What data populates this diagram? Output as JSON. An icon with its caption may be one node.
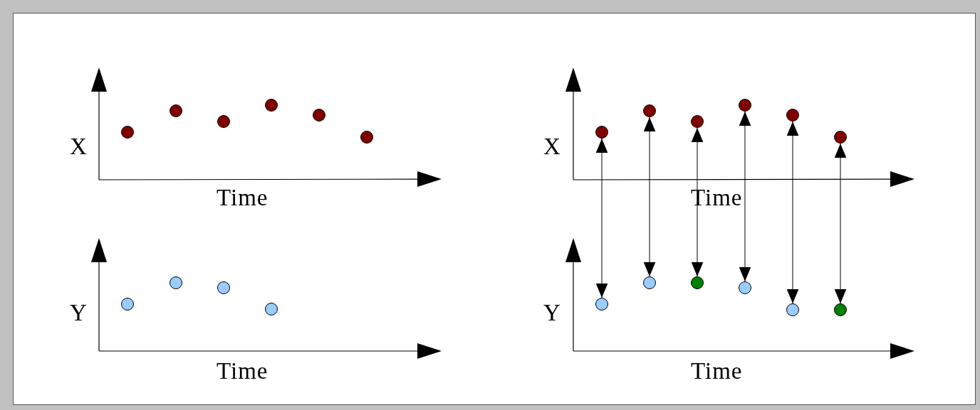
{
  "diagram": {
    "nodes": [
      {
        "text": [],
        "shape": "circle"
      },
      {
        "text": [],
        "shape": "circle"
      },
      {
        "text": [],
        "shape": "circle"
      },
      {
        "text": [],
        "shape": "circle"
      },
      {
        "text": [],
        "shape": "circle"
      },
      {
        "text": [],
        "shape": "circle"
      },
      {
        "text": [],
        "shape": "circle"
      },
      {
        "text": [],
        "shape": "circle"
      },
      {
        "text": [],
        "shape": "circle"
      },
      {
        "text": [],
        "shape": "circle"
      },
      {
        "text": [],
        "shape": "circle"
      },
      {
        "text": [],
        "shape": "circle"
      },
      {
        "text": [],
        "shape": "circle"
      },
      {
        "text": [],
        "shape": "circle"
      },
      {
        "text": [],
        "shape": "circle"
      },
      {
        "text": [],
        "shape": "circle"
      },
      {
        "text": [],
        "shape": "circle"
      },
      {
        "text": [],
        "shape": "circle"
      },
      {
        "text": [],
        "shape": "circle"
      },
      {
        "text": [],
        "shape": "circle"
      },
      {
        "text": [],
        "shape": "circle"
      },
      {
        "text": [],
        "shape": "circle"
      }
    ],
    "edges": [
      {
        "from": 10,
        "to": 16,
        "arrow": "both"
      },
      {
        "from": 11,
        "to": 17,
        "arrow": "both"
      },
      {
        "from": 12,
        "to": 18,
        "arrow": "both"
      },
      {
        "from": 13,
        "to": 19,
        "arrow": "both"
      },
      {
        "from": 14,
        "to": 20,
        "arrow": "both"
      },
      {
        "from": 15,
        "to": 21,
        "arrow": "both"
      }
    ],
    "labels": [
      "X",
      "X",
      "Time",
      "Time",
      "Y",
      "Y",
      "Time",
      "Time"
    ]
  }
}
